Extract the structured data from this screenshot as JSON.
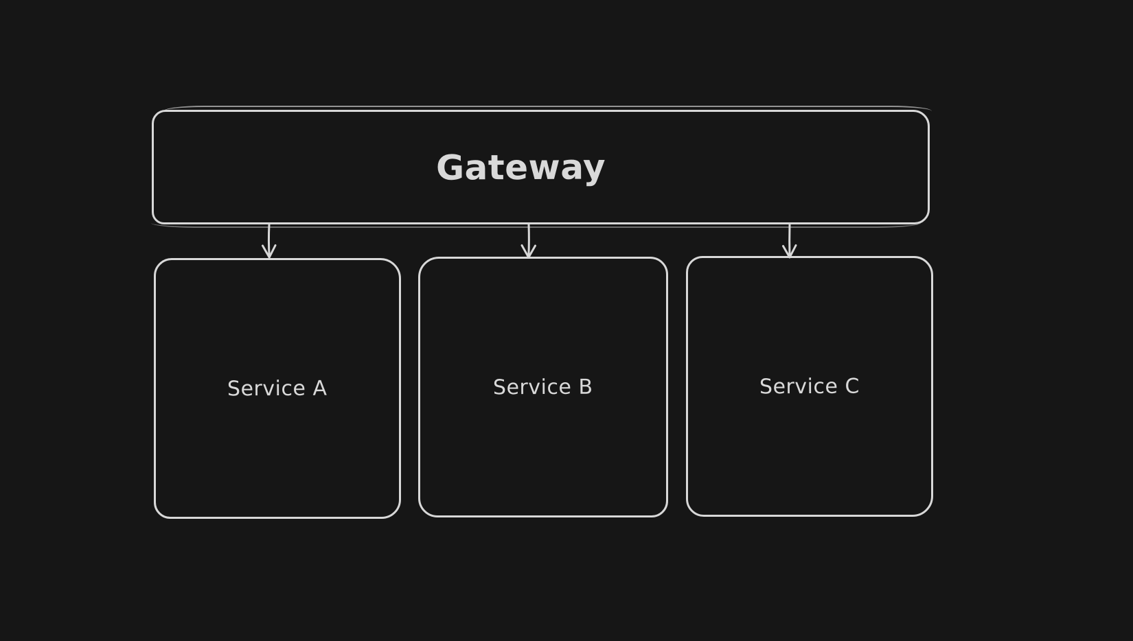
{
  "app": {
    "type": "hand-drawn architecture diagram",
    "background_color": "#161616",
    "stroke_color": "#d8d8d8",
    "text_color": "#d9d9d9"
  },
  "diagram": {
    "gateway": {
      "label": "Gateway"
    },
    "services": [
      {
        "label": "Service A"
      },
      {
        "label": "Service B"
      },
      {
        "label": "Service C"
      }
    ],
    "arrows": [
      {
        "from": "Gateway",
        "to": "Service A"
      },
      {
        "from": "Gateway",
        "to": "Service B"
      },
      {
        "from": "Gateway",
        "to": "Service C"
      }
    ]
  }
}
